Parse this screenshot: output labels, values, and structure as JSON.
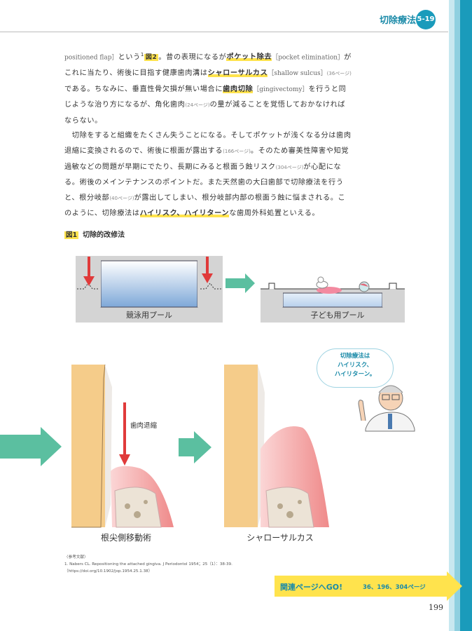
{
  "header": {
    "section": "切除療法",
    "chapter": "5-19"
  },
  "body": {
    "p1": [
      {
        "t": "positioned flap］",
        "s": "latin"
      },
      {
        "t": "という"
      },
      {
        "t": "1",
        "s": "sup"
      },
      {
        "t": "図2",
        "s": "tag"
      },
      {
        "t": "。昔の表現になるが"
      },
      {
        "t": "ポケット除去",
        "s": "hl"
      },
      {
        "t": "［pocket elimination］",
        "s": "latin"
      },
      {
        "t": "がこれに当たり、術後に目指す健康歯肉溝は"
      },
      {
        "t": "シャローサルカス",
        "s": "hl"
      },
      {
        "t": "［shallow sulcus］",
        "s": "latin"
      },
      {
        "t": "(36ページ)",
        "s": "small-ref"
      },
      {
        "t": "である。ちなみに、垂直性骨欠損が無い場合に"
      },
      {
        "t": "歯肉切除",
        "s": "hl"
      },
      {
        "t": "［gingivectomy］",
        "s": "latin"
      },
      {
        "t": "を行うと同じような治り方になるが、角化歯肉"
      },
      {
        "t": "(24ページ)",
        "s": "small-ref"
      },
      {
        "t": "の量が減ることを覚悟しておかなければならない。"
      }
    ],
    "p2": [
      {
        "t": "　切除をすると組織をたくさん失うことになる。そしてポケットが浅くなる分は歯肉退縮に変換されるので、術後に根面が露出する"
      },
      {
        "t": "(166ページ)",
        "s": "small-ref"
      },
      {
        "t": "。そのため審美性障害や知覚過敏などの問題が早期にでたり、長期にみると根面う蝕リスク"
      },
      {
        "t": "(304ページ)",
        "s": "small-ref"
      },
      {
        "t": "が心配になる。術後のメインテナンスのポイントだ。また天然歯の大臼歯部で切除療法を行うと、根分岐部"
      },
      {
        "t": "(40ページ)",
        "s": "small-ref"
      },
      {
        "t": "が露出してしまい、根分岐部内部の根面う蝕に悩まされる。このように、切除療法は"
      },
      {
        "t": "ハイリスク、ハイリターン",
        "s": "hl"
      },
      {
        "t": "な歯周外科処置といえる。"
      }
    ]
  },
  "figure": {
    "tag": "図1",
    "title": "切除的改修法",
    "pool_left_label": "競泳用プール",
    "pool_right_label": "子ども用プール",
    "recession_label": "歯肉退縮",
    "tooth_left_label": "根尖側移動術",
    "tooth_right_label": "シャローサルカス",
    "bubble_lines": [
      "切除療法は",
      "ハイリスク、",
      "ハイリターン。"
    ]
  },
  "references": {
    "heading": "〈参考文献〉",
    "entries": [
      "1. Nabers CL. Repositioning the attached gingiva. J Periodontol 1954；25（1）：38-39.",
      "（https://doi.org/10.1902/jop.1954.25.1.38）"
    ]
  },
  "goto": {
    "label": "関連ページへGO!",
    "pages": "36、196、304ページ"
  },
  "page_number": "199",
  "colors": {
    "accent_teal": "#1a9bbb",
    "arrow_green": "#5bbfa0",
    "highlight_yellow": "#ffe34d",
    "arrow_red": "#e03a3a",
    "tooth_beige": "#f5cc8a",
    "gum_pink": "#f08a8a"
  }
}
